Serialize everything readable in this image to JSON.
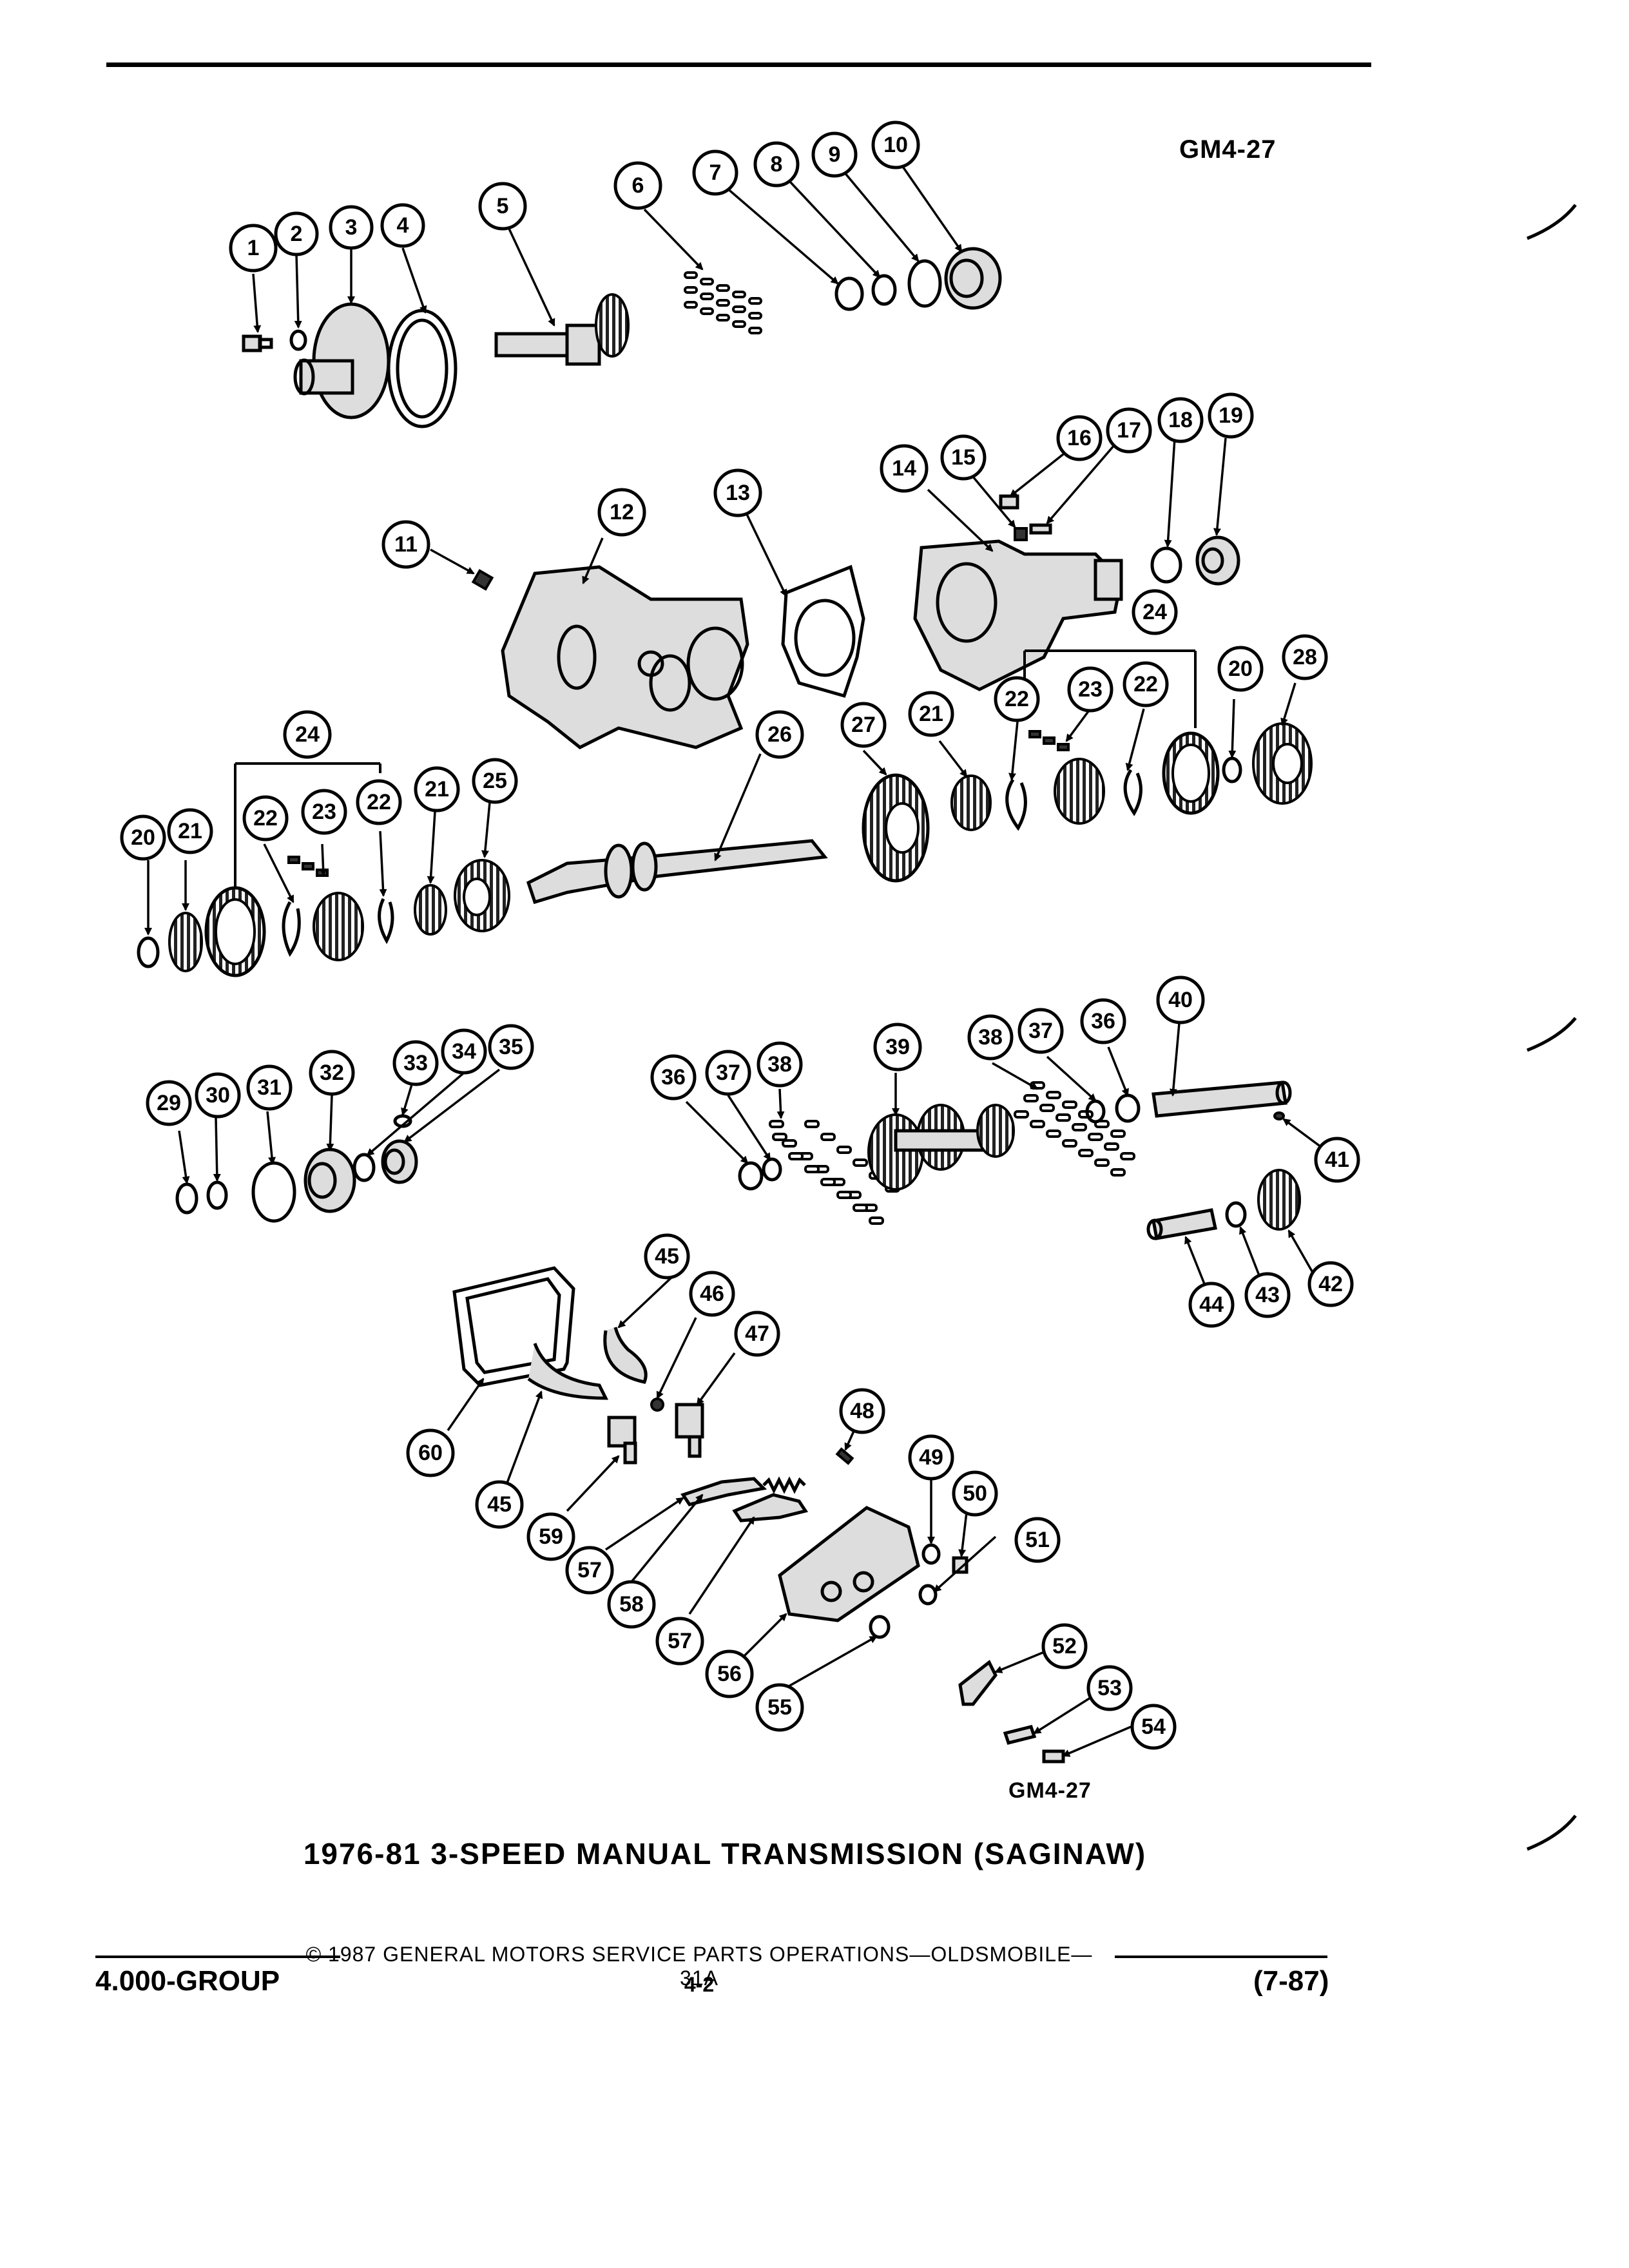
{
  "figure_id_top": "GM4-27",
  "figure_id_bottom": "GM4-27",
  "caption": "1976-81 3-SPEED MANUAL TRANSMISSION (SAGINAW)",
  "footer": {
    "center": "© 1987 GENERAL MOTORS SERVICE PARTS OPERATIONS—OLDSMOBILE—31A",
    "left": "4.000-GROUP",
    "page": "4-2",
    "right": "(7-87)"
  },
  "callouts": {
    "c1": "1",
    "c2": "2",
    "c3": "3",
    "c4": "4",
    "c5": "5",
    "c6": "6",
    "c7": "7",
    "c8": "8",
    "c9": "9",
    "c10": "10",
    "c11": "11",
    "c12": "12",
    "c13": "13",
    "c14": "14",
    "c15": "15",
    "c16": "16",
    "c17": "17",
    "c18": "18",
    "c19": "19",
    "c20a": "20",
    "c20b": "20",
    "c21a": "21",
    "c21b": "21",
    "c21c": "21",
    "c22a": "22",
    "c22b": "22",
    "c22c": "22",
    "c22d": "22",
    "c23a": "23",
    "c23b": "23",
    "c24a": "24",
    "c24b": "24",
    "c25": "25",
    "c26": "26",
    "c27": "27",
    "c28": "28",
    "c29": "29",
    "c30": "30",
    "c31": "31",
    "c32": "32",
    "c33": "33",
    "c34": "34",
    "c35": "35",
    "c36a": "36",
    "c36b": "36",
    "c37a": "37",
    "c37b": "37",
    "c38a": "38",
    "c38b": "38",
    "c39": "39",
    "c40": "40",
    "c41": "41",
    "c42": "42",
    "c43": "43",
    "c44": "44",
    "c45a": "45",
    "c45b": "45",
    "c46": "46",
    "c47": "47",
    "c48": "48",
    "c49": "49",
    "c50": "50",
    "c51": "51",
    "c52": "52",
    "c53": "53",
    "c54": "54",
    "c55": "55",
    "c56": "56",
    "c57a": "57",
    "c57b": "57",
    "c58": "58",
    "c59": "59",
    "c60": "60"
  }
}
